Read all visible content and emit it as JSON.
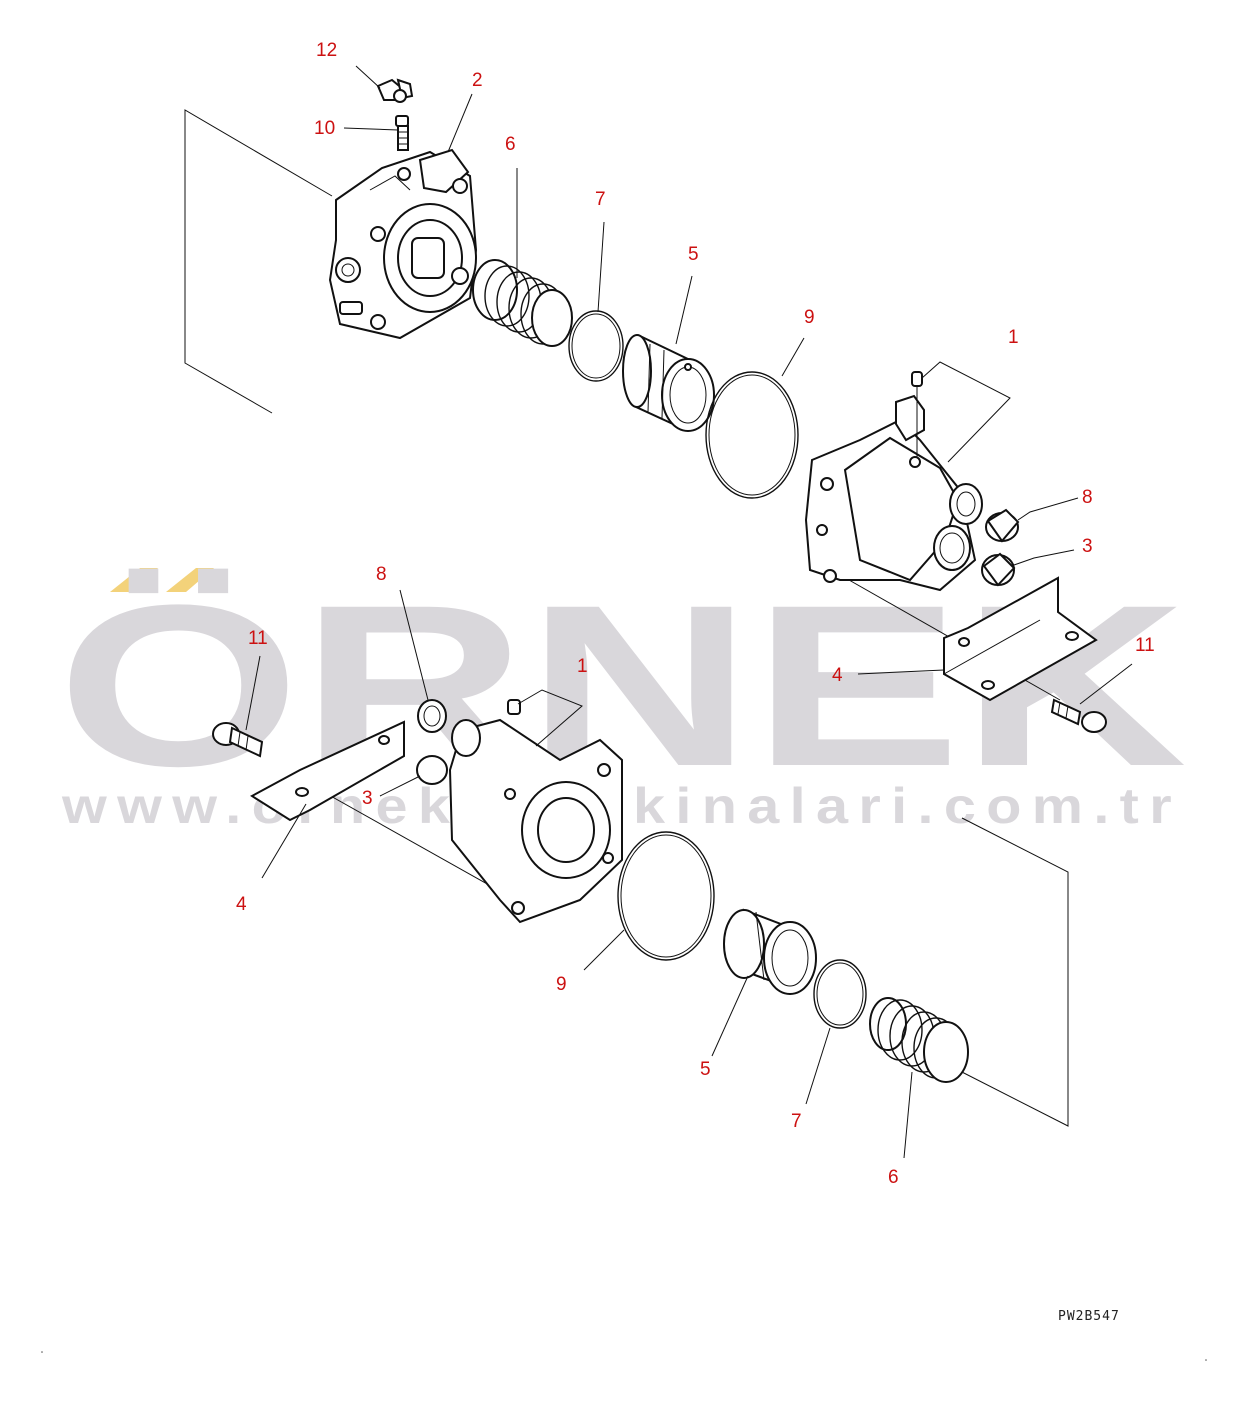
{
  "watermark": {
    "brand": "ÖRNEK",
    "url": "www.ornekismakinalari.com.tr",
    "accent_color": "#f3d27a",
    "text_color": "#d9d7db"
  },
  "drawing_code": "PW2B547",
  "callout_color": "#cc1111",
  "callouts": [
    {
      "id": "c12",
      "label": "12"
    },
    {
      "id": "c2t",
      "label": "2"
    },
    {
      "id": "c10",
      "label": "10"
    },
    {
      "id": "c6t",
      "label": "6"
    },
    {
      "id": "c7t",
      "label": "7"
    },
    {
      "id": "c5t",
      "label": "5"
    },
    {
      "id": "c9t",
      "label": "9"
    },
    {
      "id": "c1t",
      "label": "1"
    },
    {
      "id": "c8r",
      "label": "8"
    },
    {
      "id": "c3r",
      "label": "3"
    },
    {
      "id": "c11r",
      "label": "11"
    },
    {
      "id": "c4r",
      "label": "4"
    },
    {
      "id": "c8l",
      "label": "8"
    },
    {
      "id": "c1b",
      "label": "1"
    },
    {
      "id": "c11l",
      "label": "11"
    },
    {
      "id": "c3l",
      "label": "3"
    },
    {
      "id": "c4l",
      "label": "4"
    },
    {
      "id": "c9b",
      "label": "9"
    },
    {
      "id": "c5b",
      "label": "5"
    },
    {
      "id": "c7b",
      "label": "7"
    },
    {
      "id": "c6b",
      "label": "6"
    }
  ]
}
